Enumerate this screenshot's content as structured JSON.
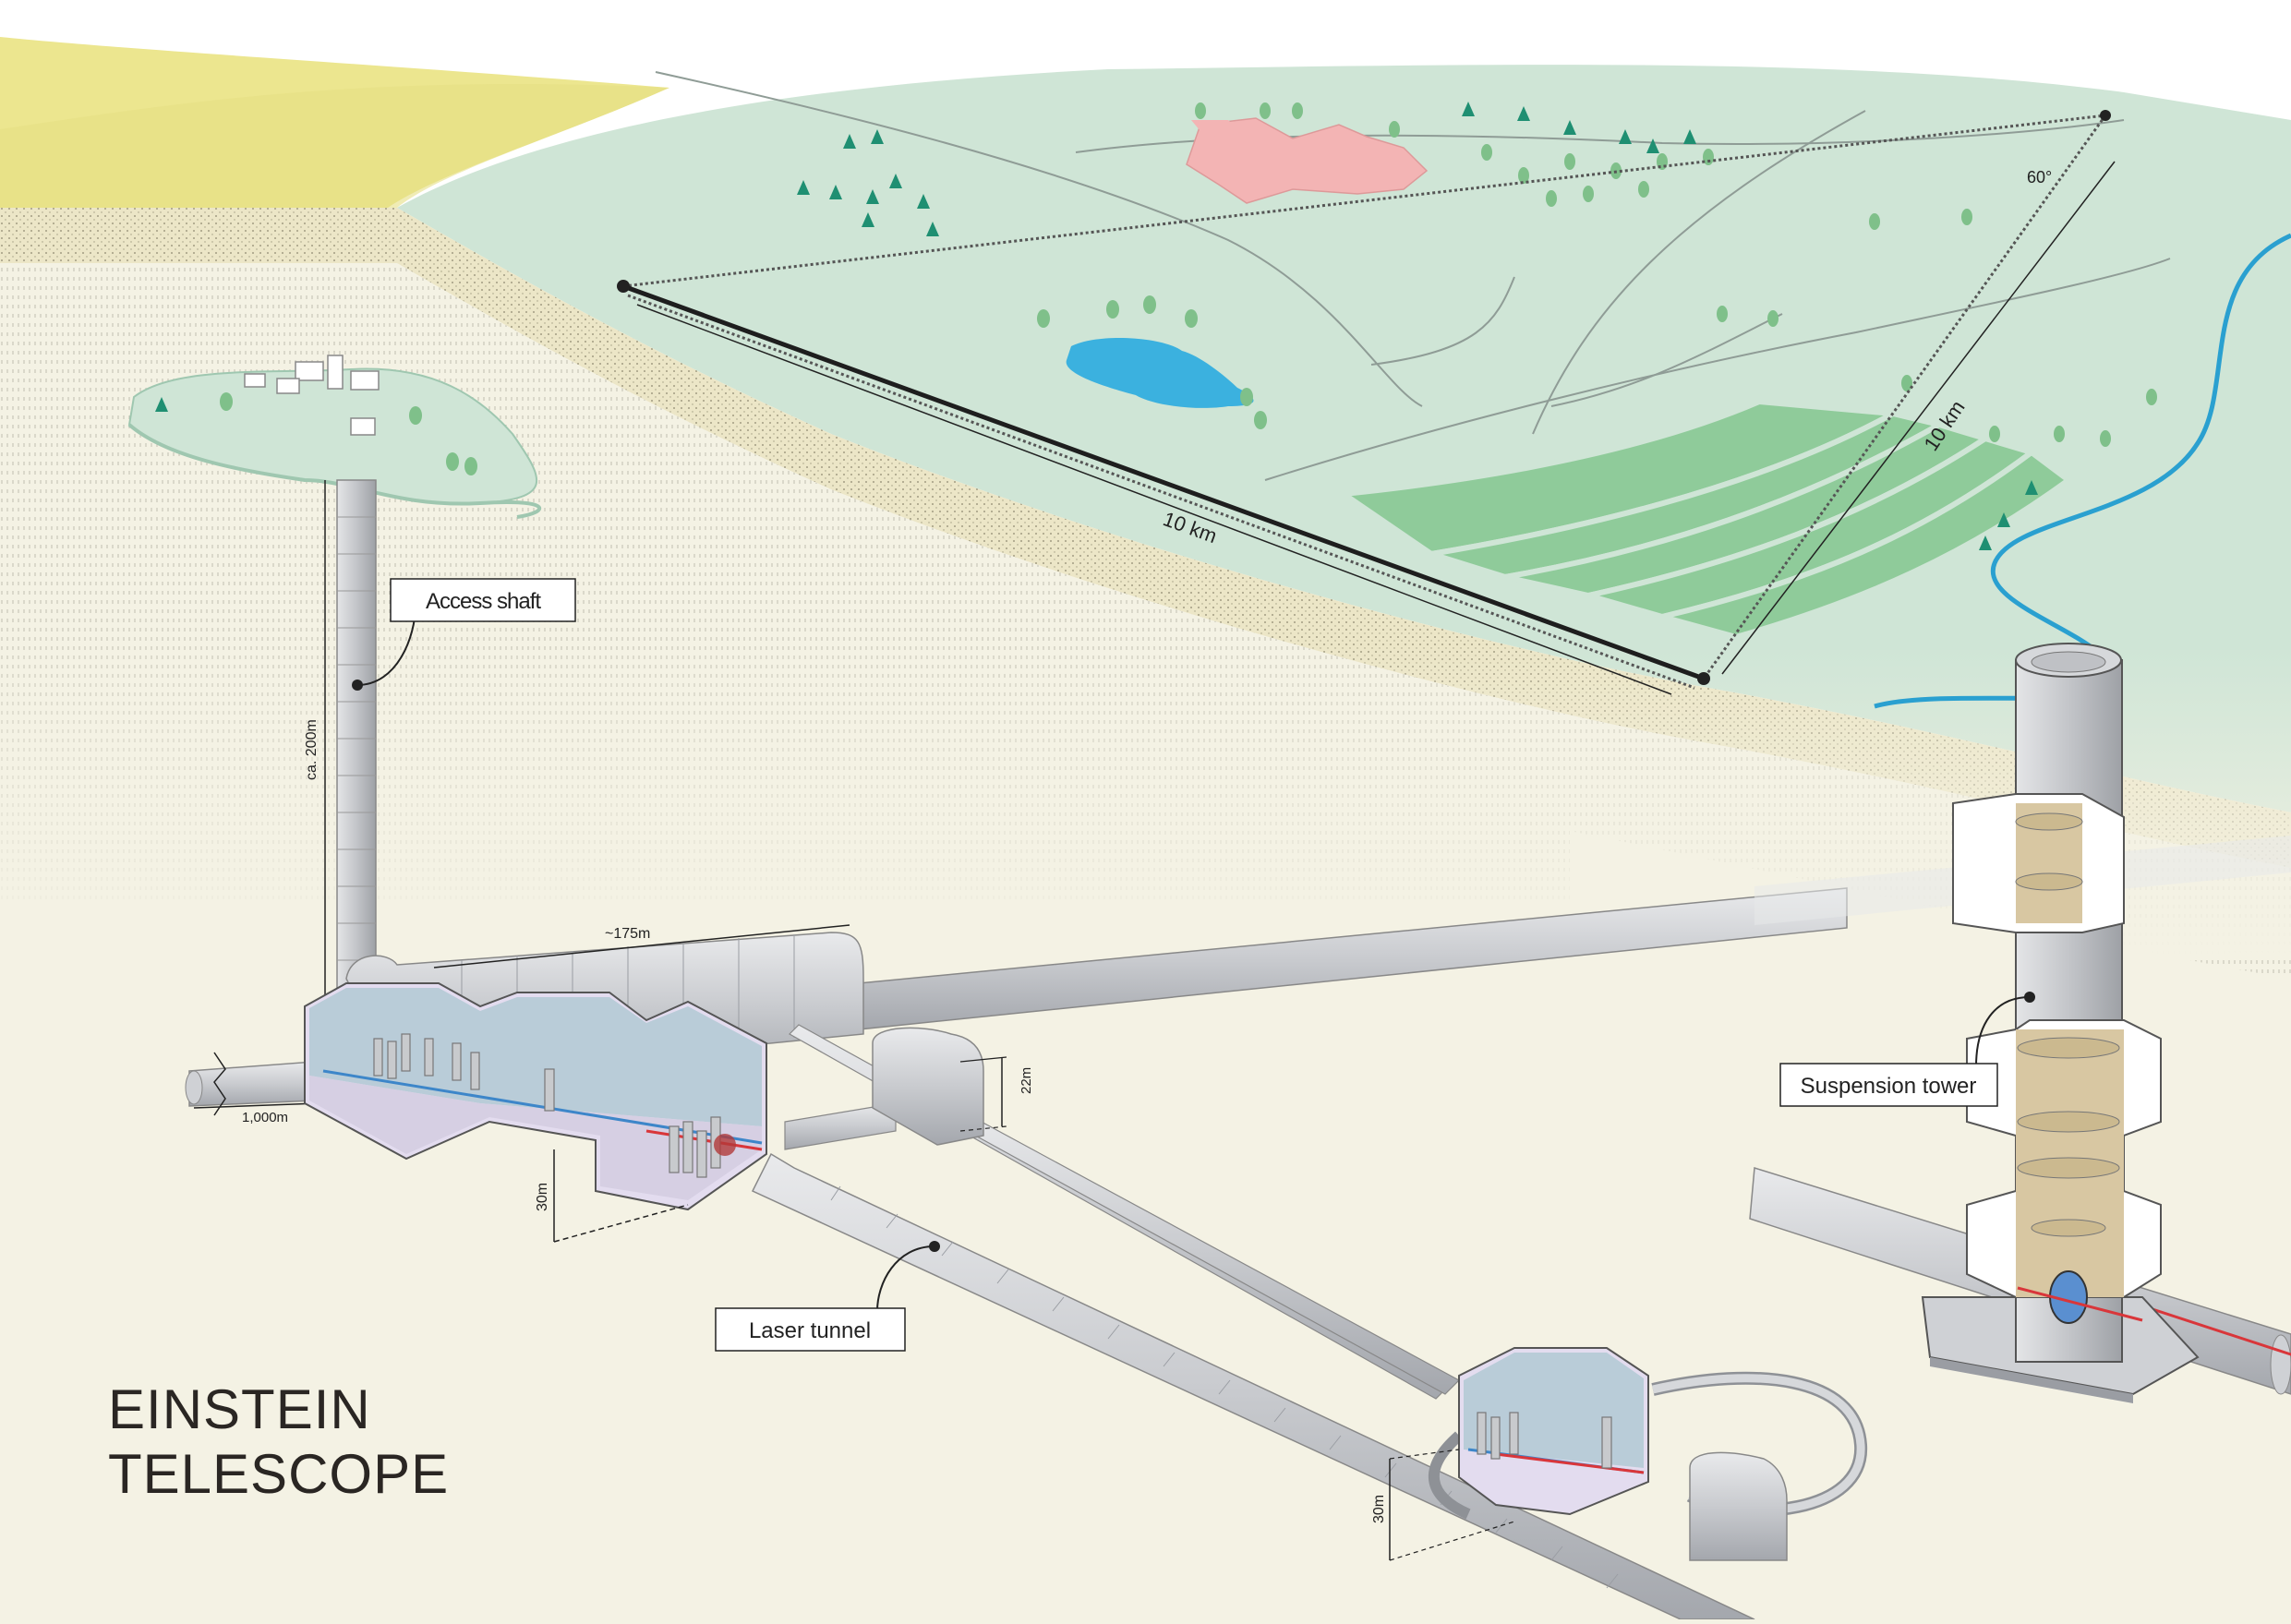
{
  "title": {
    "line1": "EINSTEIN",
    "line2": "TELESCOPE"
  },
  "callouts": {
    "access_shaft": "Access shaft",
    "suspension_tower": "Suspension tower",
    "laser_tunnel": "Laser tunnel"
  },
  "dimensions": {
    "arm_length_a": "10 km",
    "arm_length_b": "10 km",
    "angle": "60°",
    "shaft_depth": "ca. 200m",
    "cavern_length": "~175m",
    "cavern_height": "22m",
    "depth_main": "30m",
    "depth_end": "30m",
    "branch_distance": "1,000m"
  },
  "colors": {
    "sky": "#ffffff",
    "far_hill": "#ece68f",
    "meadow": "#cfe5d6",
    "ground": "#f4f2e4",
    "soil_band": "#ece7cc",
    "tunnel": "#cfd1d5",
    "tunnel_dark": "#9a9da3",
    "cavern_floor": "#e3dcef",
    "cavern_wall": "#b9ccd8",
    "tower": "#c8cacd",
    "tower_chamber": "#d8c7a2",
    "village": "#f3b4b4",
    "lake": "#3bb1df",
    "river": "#2aa0d0",
    "field": "#8fcb9a",
    "tree": "#7fc08a",
    "conifer": "#1f8f72",
    "laser_red": "#d9363a",
    "laser_blue": "#3d86c9"
  }
}
